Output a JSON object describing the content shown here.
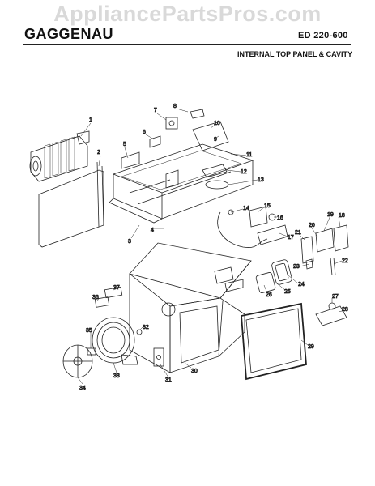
{
  "watermark": "AppliancePartsPros.com",
  "header": {
    "brand": "GAGGENAU",
    "model": "ED 220-600",
    "subtitle": "INTERNAL TOP PANEL & CAVITY"
  },
  "callouts": [
    "1",
    "2",
    "3",
    "4",
    "5",
    "6",
    "7",
    "8",
    "9",
    "10",
    "11",
    "12",
    "13",
    "14",
    "15",
    "16",
    "17",
    "18",
    "19",
    "20",
    "21",
    "22",
    "23",
    "24",
    "25",
    "26",
    "27",
    "28",
    "29",
    "30",
    "31",
    "32",
    "33",
    "34",
    "35",
    "36",
    "37"
  ]
}
